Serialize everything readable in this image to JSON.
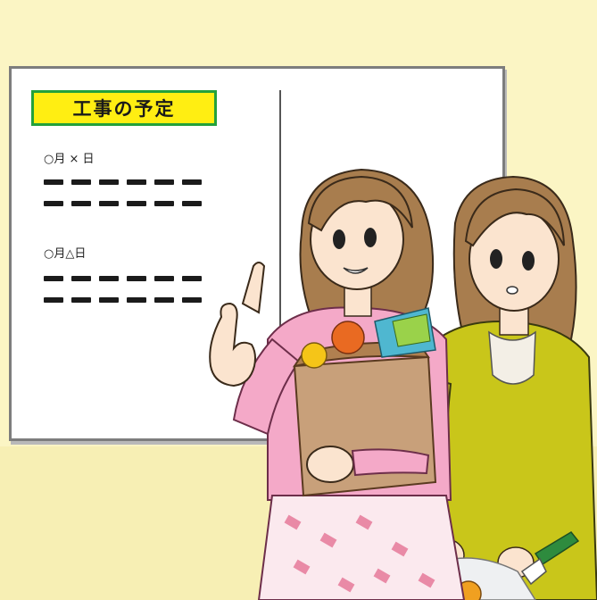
{
  "board": {
    "title": "工事の予定",
    "entries": [
      {
        "date": "○月 × 日"
      },
      {
        "date": "○月△日"
      }
    ]
  },
  "colors": {
    "background": "#fbf5c4",
    "title_fill": "#ffee12",
    "title_border": "#23a13b",
    "woman_left_sweater": "#f4a9c8",
    "woman_right_cardigan": "#c9c61a",
    "hair": "#a87d4e",
    "bag": "#c8a07a"
  },
  "icons": [
    "pointing-hand-icon",
    "grocery-bag-icon",
    "leek-icon"
  ]
}
